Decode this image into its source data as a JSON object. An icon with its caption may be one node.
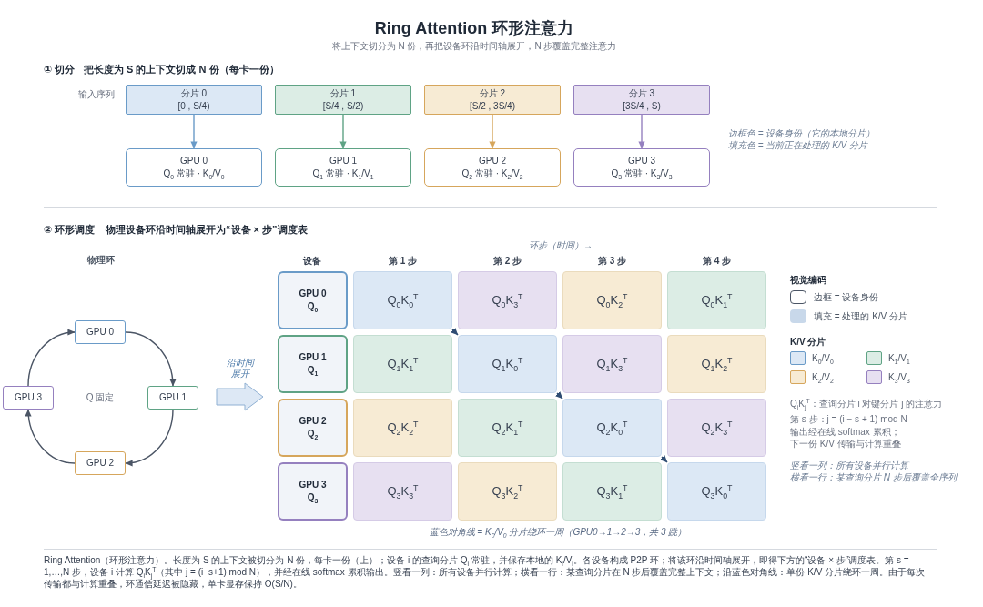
{
  "diagram": {
    "title": "Ring Attention 环形注意力",
    "caption": "Ring Attention（环形注意力）。长度为 S 的上下文被切分为 N 份，每卡一份（上）；设备 i 的查询分片 Q$_{i}$ 常驻，并保存本地的 K$_{i}$/V$_{i}$。各设备构成 P2P 环；将该环沿时间轴展开，即得下方的“设备 × 步”调度表。第 s = 1,…,N 步，设备 i 计算 Q$_{i}$K$_{j}$$^{T}$（其中 j = (i−s+1) mod N），并经在线 softmax 累积输出。竖看一列：所有设备并行计算；横看一行：某查询分片在 N 步后覆盖完整上下文；沿蓝色对角线：单份 K/V 分片绕环一周。由于每次传输都与计算重叠，环通信延迟被隐藏，单卡显存保持 O(S/N)。",
    "nodes": [
      {
        "text": [
          "分片 0",
          "[0 , S/4)"
        ]
      },
      {
        "text": [
          "分片 1",
          "[S/4 , S/2)"
        ]
      },
      {
        "text": [
          "分片 2",
          "[S/2 , 3S/4)"
        ]
      },
      {
        "text": [
          "分片 3",
          "[3S/4 , S)"
        ]
      },
      {
        "text": [
          "GPU 0",
          "Q$_{0}$ 常驻 · K$_{0}$/V$_{0}$"
        ]
      },
      {
        "text": [
          "GPU 1",
          "Q$_{1}$ 常驻 · K$_{1}$/V$_{1}$"
        ]
      },
      {
        "text": [
          "GPU 2",
          "Q$_{2}$ 常驻 · K$_{2}$/V$_{2}$"
        ]
      },
      {
        "text": [
          "GPU 3",
          "Q$_{3}$ 常驻 · K$_{3}$/V$_{3}$"
        ]
      },
      {
        "text": [
          "物理环",
          "Q 固定"
        ]
      },
      {
        "text": [
          "GPU 0"
        ],
        "in": 8
      },
      {
        "text": [
          "GPU 3"
        ],
        "in": 8
      },
      {
        "text": [
          "GPU 1"
        ],
        "in": 8
      },
      {
        "text": [
          "GPU 2"
        ],
        "in": 8
      },
      {
        "text": [
          "设备",
          "第 1 步",
          "第 2 步",
          "第 3 步",
          "第 4 步"
        ]
      },
      {
        "text": [
          "GPU 0",
          "Q$_{0}$"
        ],
        "in": 13
      },
      {
        "text": [
          "Q$_{0}$K$_{0}$$^{T}$"
        ],
        "in": 13
      },
      {
        "text": [
          "Q$_{0}$K$_{3}$$^{T}$"
        ],
        "in": 13
      },
      {
        "text": [
          "Q$_{0}$K$_{2}$$^{T}$"
        ],
        "in": 13
      },
      {
        "text": [
          "Q$_{0}$K$_{1}$$^{T}$"
        ],
        "in": 13
      },
      {
        "text": [
          "GPU 1",
          "Q$_{1}$"
        ],
        "in": 13
      },
      {
        "text": [
          "Q$_{1}$K$_{1}$$^{T}$"
        ],
        "in": 13
      },
      {
        "text": [
          "Q$_{1}$K$_{0}$$^{T}$"
        ],
        "in": 13
      },
      {
        "text": [
          "Q$_{1}$K$_{3}$$^{T}$"
        ],
        "in": 13
      },
      {
        "text": [
          "Q$_{1}$K$_{2}$$^{T}$"
        ],
        "in": 13
      },
      {
        "text": [
          "GPU 2",
          "Q$_{2}$"
        ],
        "in": 13
      },
      {
        "text": [
          "Q$_{2}$K$_{2}$$^{T}$"
        ],
        "in": 13
      },
      {
        "text": [
          "Q$_{2}$K$_{1}$$^{T}$"
        ],
        "in": 13
      },
      {
        "text": [
          "Q$_{2}$K$_{0}$$^{T}$"
        ],
        "in": 13
      },
      {
        "text": [
          "Q$_{2}$K$_{3}$$^{T}$"
        ],
        "in": 13
      },
      {
        "text": [
          "GPU 3",
          "Q$_{3}$"
        ],
        "in": 13
      },
      {
        "text": [
          "Q$_{3}$K$_{3}$$^{T}$"
        ],
        "in": 13
      },
      {
        "text": [
          "Q$_{3}$K$_{2}$$^{T}$"
        ],
        "in": 13
      },
      {
        "text": [
          "Q$_{3}$K$_{1}$$^{T}$"
        ],
        "in": 13
      },
      {
        "text": [
          "Q$_{3}$K$_{0}$$^{T}$"
        ],
        "in": 13
      }
    ],
    "edges": [
      {
        "from": 0,
        "to": 4,
        "arrow": "to",
        "color": "#6a9bc8"
      },
      {
        "from": 1,
        "to": 5,
        "arrow": "to",
        "color": "#5fa385"
      },
      {
        "from": 2,
        "to": 6,
        "arrow": "to",
        "color": "#d6a65c"
      },
      {
        "from": 3,
        "to": 7,
        "arrow": "to",
        "color": "#9580bf"
      },
      {
        "from": 9,
        "to": 11,
        "arrow": "to"
      },
      {
        "from": 11,
        "to": 12,
        "arrow": "to"
      },
      {
        "from": 12,
        "to": 10,
        "arrow": "to"
      },
      {
        "from": 10,
        "to": 9,
        "arrow": "to"
      },
      {
        "from": 8,
        "to": 13,
        "arrow": "to",
        "label": "沿时间展开",
        "style": "thick",
        "color": "#8fb0d3"
      },
      {
        "from": 15,
        "to": 21,
        "arrow": "to",
        "color": "#2f4d73"
      },
      {
        "from": 21,
        "to": 27,
        "arrow": "to",
        "color": "#2f4d73"
      },
      {
        "from": 27,
        "to": 33,
        "arrow": "to",
        "color": "#2f4d73"
      }
    ],
    "labels": [
      "将上下文切分为 N 份，再把设备环沿时间轴展开，N 步覆盖完整注意力",
      "① 切分",
      "把长度为 S 的上下文切成 N 份（每卡一份）",
      "输入序列",
      "边框色 = 设备身份（它的本地分片）",
      "填充色 = 当前正在处理的 K/V 分片",
      "② 环形调度",
      "物理设备环沿时间轴展开为“设备 × 步”调度表",
      "环步（时间）→",
      "视觉编码",
      "K/V 分片",
      "Q$_{i}$K$_{j}$$^{T}$：查询分片 i 对键分片 j 的注意力",
      "第 s 步：j = (i − s + 1) mod N",
      "输出经在线 softmax 累积；",
      "下一份 K/V 传输与计算重叠",
      "竖看一列：所有设备并行计算",
      "横看一行：某查询分片 N 步后覆盖全序列",
      "蓝色对角线 = K$_{0}$/V$_{0}$ 分片绕环一周（GPU0→1→2→3，共 3 跳）"
    ],
    "legend": [
      {
        "text": "边框 = 设备身份"
      },
      {
        "text": "填充 = 处理的 K/V 分片",
        "color": "#c8d8ea"
      },
      {
        "text": "K$_{0}$/V$_{0}$",
        "color": "#dce8f5"
      },
      {
        "text": "K$_{1}$/V$_{1}$",
        "color": "#dcede5"
      },
      {
        "text": "K$_{2}$/V$_{2}$",
        "color": "#f7ebd4"
      },
      {
        "text": "K$_{3}$/V$_{3}$",
        "color": "#e7e0f1"
      }
    ]
  }
}
